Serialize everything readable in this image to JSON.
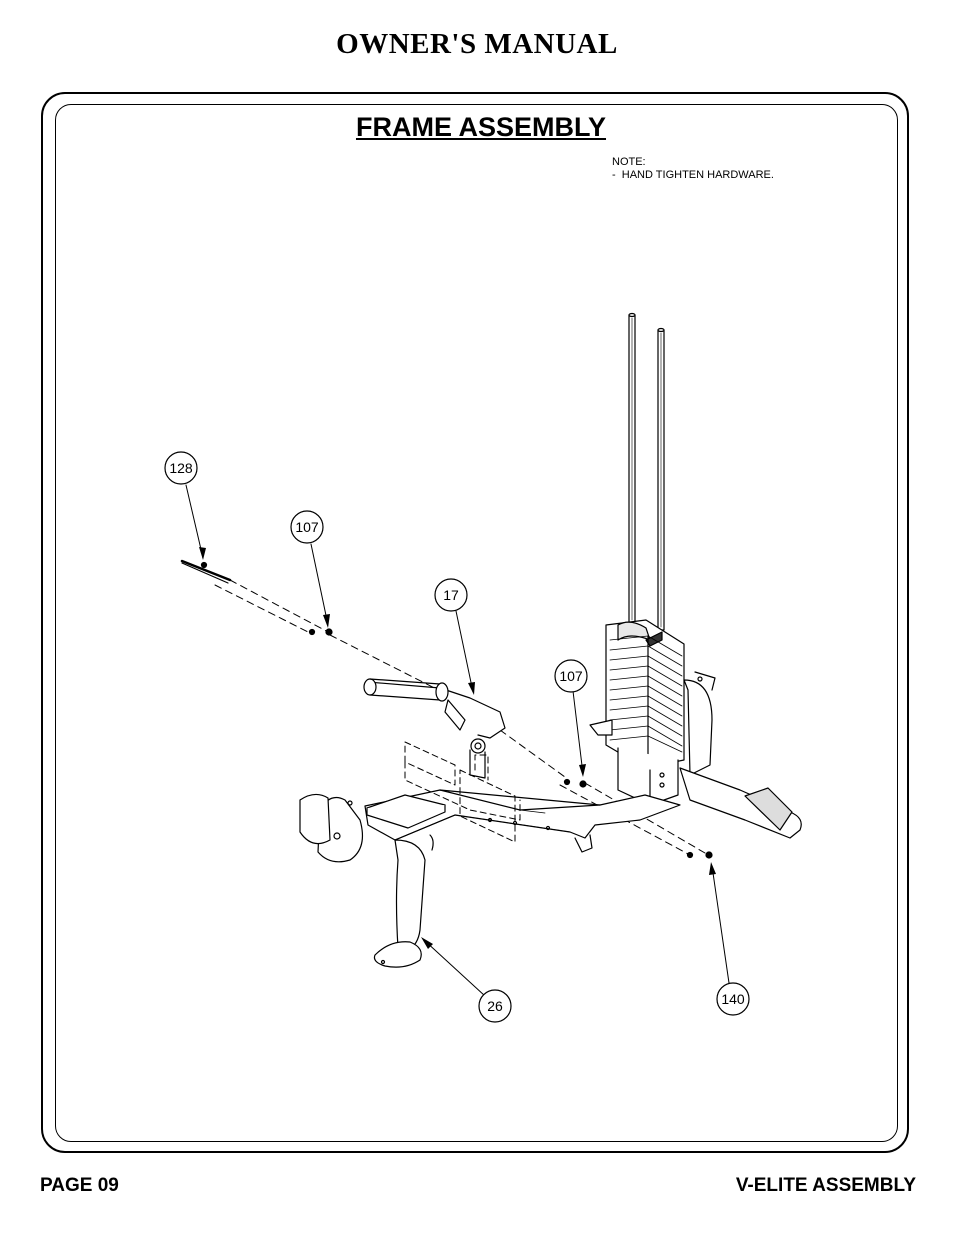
{
  "header": {
    "title": "OWNER'S MANUAL"
  },
  "section": {
    "title": "FRAME ASSEMBLY"
  },
  "note": {
    "heading": "NOTE:",
    "line1": "-  HAND TIGHTEN HARDWARE."
  },
  "callouts": {
    "c128": "128",
    "c107a": "107",
    "c17": "17",
    "c107b": "107",
    "c26": "26",
    "c140": "140"
  },
  "footer": {
    "page": "PAGE 09",
    "model": "V-ELITE ASSEMBLY"
  }
}
